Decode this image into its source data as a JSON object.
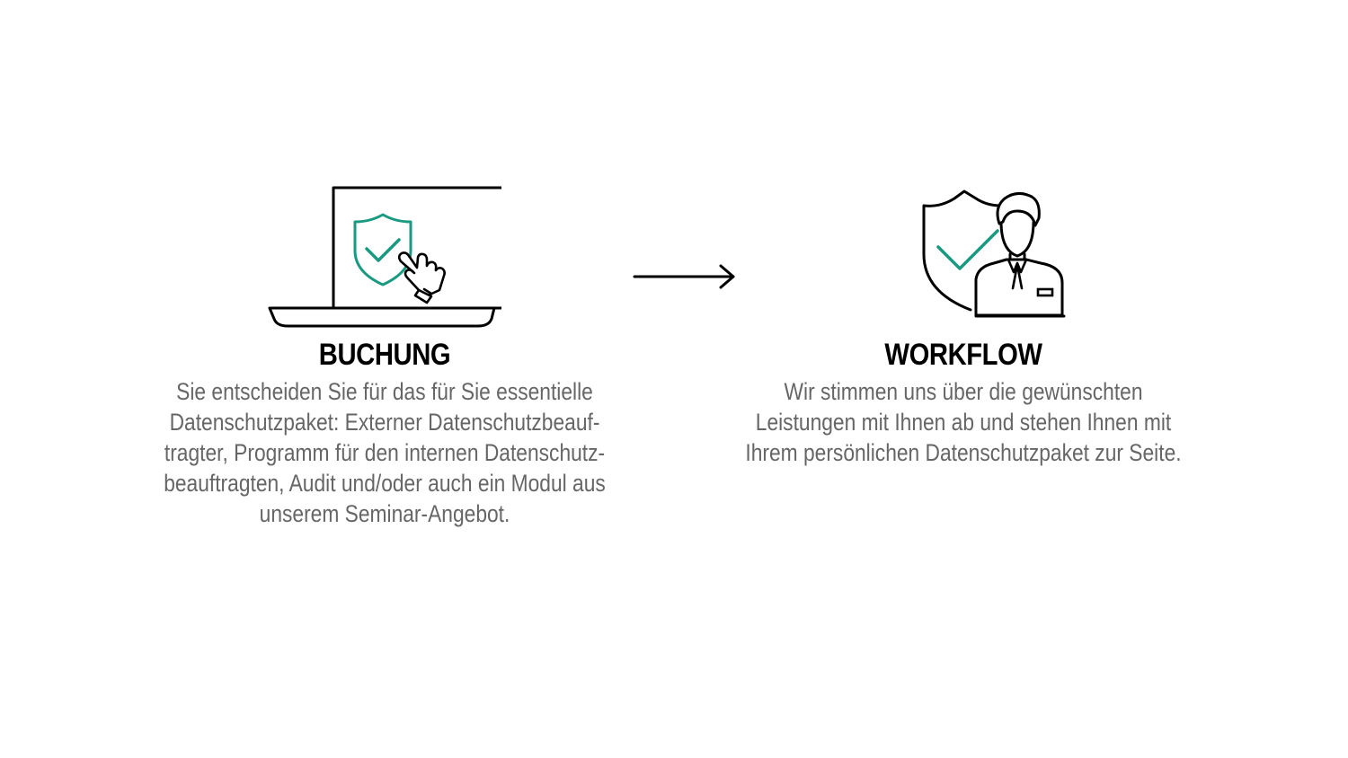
{
  "colors": {
    "accent": "#1a9a80",
    "outline": "#000000",
    "body_text": "#666666"
  },
  "steps": [
    {
      "title": "BUCHUNG",
      "icon": "laptop-shield-click-icon",
      "lines": [
        "Sie entscheiden Sie für das für Sie essentielle",
        "Datenschutzpaket: Externer Datenschutzbeauf-",
        "tragter, Programm für den internen Datenschutz-",
        "beauftragten, Audit und/oder auch ein Modul aus",
        "unserem Seminar-Angebot."
      ]
    },
    {
      "title": "WORKFLOW",
      "icon": "shield-person-icon",
      "lines": [
        "Wir stimmen uns über die gewünschten",
        "Leistungen mit Ihnen ab und stehen Ihnen mit",
        "Ihrem persönlichen Datenschutzpaket zur Seite."
      ]
    }
  ],
  "connector": {
    "icon": "arrow-right-icon"
  }
}
